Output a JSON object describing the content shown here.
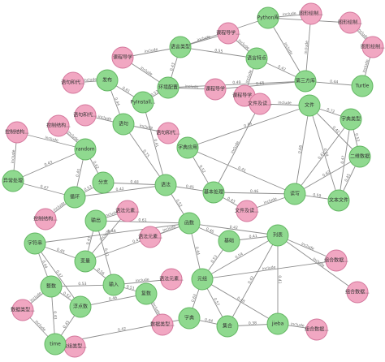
{
  "colors": {
    "green_fill": "#8fd98f",
    "green_stroke": "#62b662",
    "pink_fill": "#f1a7c2",
    "pink_stroke": "#d4779c",
    "edge": "#8c8c8c"
  },
  "nodes": [
    {
      "id": "python",
      "label": "Python库",
      "kind": "green"
    },
    {
      "id": "tuxing1",
      "label": "图形绘制...",
      "kind": "pink"
    },
    {
      "id": "tuxing2",
      "label": "图形绘制...",
      "kind": "pink"
    },
    {
      "id": "tuxing3",
      "label": "图形绘制...",
      "kind": "pink"
    },
    {
      "id": "yuyan_leixing",
      "label": "语言类型",
      "kind": "green"
    },
    {
      "id": "yuyan_tedian",
      "label": "语言特点",
      "kind": "green"
    },
    {
      "id": "kecheng1",
      "label": "课程导学...",
      "kind": "pink"
    },
    {
      "id": "kecheng2",
      "label": "课程导学",
      "kind": "pink"
    },
    {
      "id": "kecheng3",
      "label": "课程导学",
      "kind": "pink"
    },
    {
      "id": "kecheng4",
      "label": "课程导学...",
      "kind": "pink"
    },
    {
      "id": "huanjing",
      "label": "环境配置",
      "kind": "green"
    },
    {
      "id": "disanfang",
      "label": "第三方库",
      "kind": "green"
    },
    {
      "id": "turtle",
      "label": "Turtle",
      "kind": "green"
    },
    {
      "id": "fabu",
      "label": "发布",
      "kind": "green"
    },
    {
      "id": "pyinstall",
      "label": "PyInstall...",
      "kind": "green"
    },
    {
      "id": "yuju1",
      "label": "语句和代...",
      "kind": "pink"
    },
    {
      "id": "yuju2",
      "label": "语句和代...",
      "kind": "pink"
    },
    {
      "id": "yuju3",
      "label": "语句和代...",
      "kind": "pink"
    },
    {
      "id": "yuju_g",
      "label": "语句",
      "kind": "green"
    },
    {
      "id": "wenjian_p",
      "label": "文件及读...",
      "kind": "pink"
    },
    {
      "id": "wenjian_g",
      "label": "文件",
      "kind": "green"
    },
    {
      "id": "zidian_lx",
      "label": "字典类型",
      "kind": "green"
    },
    {
      "id": "kongzhi1",
      "label": "控制结构...",
      "kind": "pink"
    },
    {
      "id": "kongzhi2",
      "label": "控制结构...",
      "kind": "pink"
    },
    {
      "id": "kongzhi3",
      "label": "控制结构...",
      "kind": "pink"
    },
    {
      "id": "random",
      "label": "random",
      "kind": "green"
    },
    {
      "id": "zidian_yy",
      "label": "字典应用",
      "kind": "green"
    },
    {
      "id": "erwei",
      "label": "二维数据",
      "kind": "green"
    },
    {
      "id": "yichang",
      "label": "异常处理",
      "kind": "green"
    },
    {
      "id": "fenzhi",
      "label": "分支",
      "kind": "green"
    },
    {
      "id": "xunhuan",
      "label": "循环",
      "kind": "green"
    },
    {
      "id": "yuhan",
      "label": "语法",
      "kind": "green"
    },
    {
      "id": "jiben",
      "label": "基本处理",
      "kind": "green"
    },
    {
      "id": "wenjian_p2",
      "label": "文件及读...",
      "kind": "pink"
    },
    {
      "id": "duxie",
      "label": "读写",
      "kind": "green"
    },
    {
      "id": "wenben",
      "label": "文本文件",
      "kind": "green"
    },
    {
      "id": "hanshu",
      "label": "函数",
      "kind": "green"
    },
    {
      "id": "yufa1",
      "label": "语法元素...",
      "kind": "pink"
    },
    {
      "id": "yufa2",
      "label": "语法元素...",
      "kind": "pink"
    },
    {
      "id": "yufa3",
      "label": "语法元素...",
      "kind": "pink"
    },
    {
      "id": "jisuan",
      "label": "基础",
      "kind": "green"
    },
    {
      "id": "liebiao",
      "label": "列表",
      "kind": "green"
    },
    {
      "id": "zuhe_p",
      "label": "组合数据...",
      "kind": "pink"
    },
    {
      "id": "zuhe2",
      "label": "组合数据...",
      "kind": "pink"
    },
    {
      "id": "zuhe3",
      "label": "组合数据...",
      "kind": "pink"
    },
    {
      "id": "zifuchuan",
      "label": "字符串",
      "kind": "green"
    },
    {
      "id": "shuchu",
      "label": "输出",
      "kind": "green"
    },
    {
      "id": "bianliang",
      "label": "变量",
      "kind": "green"
    },
    {
      "id": "shuru",
      "label": "输入",
      "kind": "green"
    },
    {
      "id": "fushu",
      "label": "复数",
      "kind": "green"
    },
    {
      "id": "yuanzu",
      "label": "元组",
      "kind": "green"
    },
    {
      "id": "zhengshu",
      "label": "整数",
      "kind": "green"
    },
    {
      "id": "fudian",
      "label": "浮点数",
      "kind": "green"
    },
    {
      "id": "shuzi1",
      "label": "数据类型...",
      "kind": "pink"
    },
    {
      "id": "shuzi2",
      "label": "数据类型...",
      "kind": "pink"
    },
    {
      "id": "shuzi3",
      "label": "数组类型...",
      "kind": "pink"
    },
    {
      "id": "time",
      "label": "time",
      "kind": "green"
    },
    {
      "id": "zidian",
      "label": "字典",
      "kind": "green"
    },
    {
      "id": "jihe",
      "label": "集合",
      "kind": "green"
    },
    {
      "id": "jieba",
      "label": "jieba",
      "kind": "green"
    }
  ],
  "edges": [
    {
      "from": "python",
      "to": "tuxing1",
      "label": "include"
    },
    {
      "from": "python",
      "to": "tuxing2",
      "label": "include"
    },
    {
      "from": "python",
      "to": "yuyan_leixing",
      "label": "0.52"
    },
    {
      "from": "python",
      "to": "disanfang",
      "label": "include"
    },
    {
      "from": "tuxing2",
      "to": "tuxing3",
      "label": "include"
    },
    {
      "from": "tuxing3",
      "to": "turtle",
      "label": "include"
    },
    {
      "from": "tuxing1",
      "to": "disanfang",
      "label": "include"
    },
    {
      "from": "kecheng1",
      "to": "yuyan_leixing",
      "label": "include"
    },
    {
      "from": "kecheng1",
      "to": "yuyan_tedian",
      "label": "include"
    },
    {
      "from": "kecheng2",
      "to": "yuyan_leixing",
      "label": "include"
    },
    {
      "from": "kecheng2",
      "to": "huanjing",
      "label": "include"
    },
    {
      "from": "kecheng3",
      "to": "huanjing",
      "label": "include"
    },
    {
      "from": "kecheng4",
      "to": "yuyan_tedian",
      "label": "include"
    },
    {
      "from": "yuyan_leixing",
      "to": "huanjing",
      "label": "0.43"
    },
    {
      "from": "yuyan_leixing",
      "to": "yuyan_tedian",
      "label": "0.55"
    },
    {
      "from": "yuyan_tedian",
      "to": "disanfang",
      "label": "0.42"
    },
    {
      "from": "huanjing",
      "to": "disanfang",
      "label": "0.49"
    },
    {
      "from": "huanjing",
      "to": "pyinstall",
      "label": "0.53"
    },
    {
      "from": "disanfang",
      "to": "turtle",
      "label": "0.44"
    },
    {
      "from": "disanfang",
      "to": "kecheng3",
      "label": "0.65"
    },
    {
      "from": "fabu",
      "to": "pyinstall",
      "label": "0.61"
    },
    {
      "from": "fabu",
      "to": "yuju_g",
      "label": "0.44"
    },
    {
      "from": "yuju1",
      "to": "fabu",
      "label": "include"
    },
    {
      "from": "yuju2",
      "to": "yuju_g",
      "label": "include"
    },
    {
      "from": "yuju3",
      "to": "yuju_g",
      "label": "include"
    },
    {
      "from": "pyinstall",
      "to": "yuhan",
      "label": "0.41"
    },
    {
      "from": "yuju_g",
      "to": "yuhan",
      "label": "0.75"
    },
    {
      "from": "kongzhi1",
      "to": "random",
      "label": "include"
    },
    {
      "from": "kongzhi2",
      "to": "random",
      "label": "include"
    },
    {
      "from": "kongzhi1",
      "to": "yichang",
      "label": "include"
    },
    {
      "from": "kongzhi3",
      "to": "xunhuan",
      "label": "include"
    },
    {
      "from": "random",
      "to": "yichang",
      "label": "0.43"
    },
    {
      "from": "random",
      "to": "fenzhi",
      "label": "0.62"
    },
    {
      "from": "random",
      "to": "xunhuan",
      "label": "0.45"
    },
    {
      "from": "yichang",
      "to": "xunhuan",
      "label": "0.47"
    },
    {
      "from": "fenzhi",
      "to": "xunhuan",
      "label": "0.53"
    },
    {
      "from": "fenzhi",
      "to": "yuhan",
      "label": "0.48"
    },
    {
      "from": "xunhuan",
      "to": "yuhan",
      "label": "0.42"
    },
    {
      "from": "yuhan",
      "to": "jiben",
      "label": "0.45"
    },
    {
      "from": "yuhan",
      "to": "hanshu",
      "label": "0.52"
    },
    {
      "from": "wenjian_p",
      "to": "wenjian_g",
      "label": "include"
    },
    {
      "from": "wenjian_p",
      "to": "jiben",
      "label": "include"
    },
    {
      "from": "wenjian_g",
      "to": "zidian_lx",
      "label": "0.72"
    },
    {
      "from": "wenjian_g",
      "to": "zidian_yy",
      "label": "0.44"
    },
    {
      "from": "wenjian_g",
      "to": "duxie",
      "label": "0.68"
    },
    {
      "from": "wenjian_g",
      "to": "erwei",
      "label": "0.42"
    },
    {
      "from": "wenjian_g",
      "to": "wenben",
      "label": "0.64"
    },
    {
      "from": "zidian_lx",
      "to": "erwei",
      "label": "0.53"
    },
    {
      "from": "zidian_lx",
      "to": "duxie",
      "label": "0.41"
    },
    {
      "from": "zidian_lx",
      "to": "wenben",
      "label": "0.47"
    },
    {
      "from": "zidian_yy",
      "to": "jiben",
      "label": "0.52"
    },
    {
      "from": "zidian_yy",
      "to": "duxie",
      "label": "0.41"
    },
    {
      "from": "erwei",
      "to": "wenben",
      "label": "0.45"
    },
    {
      "from": "erwei",
      "to": "duxie",
      "label": "0.62"
    },
    {
      "from": "jiben",
      "to": "duxie",
      "label": "0.46"
    },
    {
      "from": "jiben",
      "to": "wenjian_p2",
      "label": "0.43"
    },
    {
      "from": "wenjian_p2",
      "to": "duxie",
      "label": "include"
    },
    {
      "from": "duxie",
      "to": "wenben",
      "label": "0.59"
    },
    {
      "from": "hanshu",
      "to": "shuchu",
      "label": "0.61"
    },
    {
      "from": "hanshu",
      "to": "yufa1",
      "label": "include"
    },
    {
      "from": "hanshu",
      "to": "jisuan",
      "label": "0.46"
    },
    {
      "from": "hanshu",
      "to": "liebiao",
      "label": "0.42"
    },
    {
      "from": "hanshu",
      "to": "zifuchuan",
      "label": "0.48"
    },
    {
      "from": "hanshu",
      "to": "bianliang",
      "label": "0.43"
    },
    {
      "from": "hanshu",
      "to": "yuanzu",
      "label": "0.44"
    },
    {
      "from": "yufa2",
      "to": "shuchu",
      "label": "include"
    },
    {
      "from": "yufa2",
      "to": "bianliang",
      "label": "include"
    },
    {
      "from": "yufa3",
      "to": "shuru",
      "label": "include"
    },
    {
      "from": "shuchu",
      "to": "shuru",
      "label": "0.41"
    },
    {
      "from": "shuchu",
      "to": "bianliang",
      "label": "0.43"
    },
    {
      "from": "zifuchuan",
      "to": "bianliang",
      "label": "0.45"
    },
    {
      "from": "zifuchuan",
      "to": "zhengshu",
      "label": "0.44"
    },
    {
      "from": "zifuchuan",
      "to": "fudian",
      "label": "0.47"
    },
    {
      "from": "bianliang",
      "to": "shuru",
      "label": "0.56"
    },
    {
      "from": "shuru",
      "to": "fushu",
      "label": "0.51"
    },
    {
      "from": "shuru",
      "to": "zhengshu",
      "label": "0.53"
    },
    {
      "from": "zhengshu",
      "to": "fudian",
      "label": "0.52"
    },
    {
      "from": "zhengshu",
      "to": "time",
      "label": "0.43"
    },
    {
      "from": "zhengshu",
      "to": "shuzi1",
      "label": "include"
    },
    {
      "from": "fudian",
      "to": "fushu",
      "label": "0.46"
    },
    {
      "from": "fudian",
      "to": "time",
      "label": "0.45"
    },
    {
      "from": "fushu",
      "to": "shuzi2",
      "label": "include"
    },
    {
      "from": "shuzi3",
      "to": "time",
      "label": "include"
    },
    {
      "from": "shuzi1",
      "to": "time",
      "label": "include"
    },
    {
      "from": "jisuan",
      "to": "liebiao",
      "label": "0.41"
    },
    {
      "from": "jisuan",
      "to": "yuanzu",
      "label": "0.53"
    },
    {
      "from": "zuhe_p",
      "to": "liebiao",
      "label": "include"
    },
    {
      "from": "zuhe_p",
      "to": "yuanzu",
      "label": "include"
    },
    {
      "from": "zuhe2",
      "to": "liebiao",
      "label": "include"
    },
    {
      "from": "zuhe3",
      "to": "jieba",
      "label": "include"
    },
    {
      "from": "liebiao",
      "to": "yuanzu",
      "label": "0.54"
    },
    {
      "from": "liebiao",
      "to": "jihe",
      "label": "0.42"
    },
    {
      "from": "liebiao",
      "to": "jieba",
      "label": "0.41"
    },
    {
      "from": "yuanzu",
      "to": "zidian",
      "label": "0.63"
    },
    {
      "from": "yuanzu",
      "to": "jihe",
      "label": "0.57"
    },
    {
      "from": "yuanzu",
      "to": "jieba",
      "label": "0.48"
    },
    {
      "from": "zidian",
      "to": "jihe",
      "label": "0.44"
    },
    {
      "from": "jihe",
      "to": "jieba",
      "label": "0.38"
    },
    {
      "from": "zidian",
      "to": "time",
      "label": "0.42"
    }
  ]
}
